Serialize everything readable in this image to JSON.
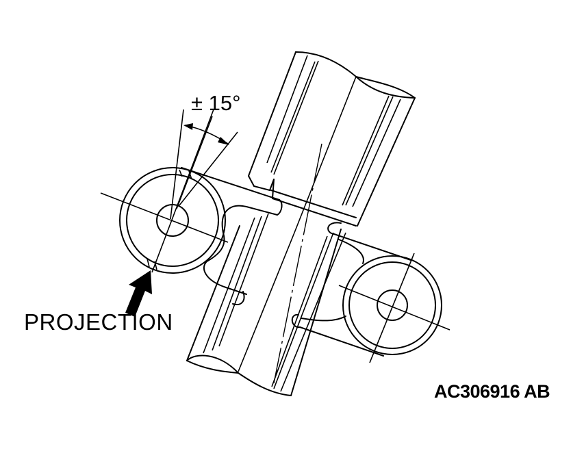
{
  "diagram": {
    "angle_label": "± 15°",
    "projection_label": "PROJECTION",
    "figure_code": "AC306916 AB",
    "colors": {
      "line": "#000000",
      "background": "#ffffff"
    },
    "components": [
      "shaft",
      "upper-left-bracket-ring",
      "lower-right-bracket-ring",
      "projection-arrow",
      "angle-dimension"
    ]
  }
}
